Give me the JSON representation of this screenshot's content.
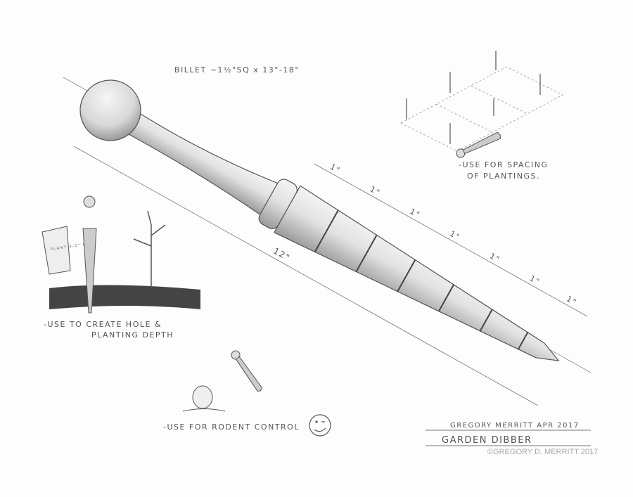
{
  "billet_label": "BILLET ~1½\"SQ x 13\"-18\"",
  "inch_labels": [
    "1\"",
    "1\"",
    "1\"",
    "1\"",
    "1\"",
    "1\"",
    "1\""
  ],
  "total_length_label": "12\"",
  "pot_label": "PLANT 4-5\" DEEP",
  "notes": {
    "spacing_1": "-USE FOR SPACING",
    "spacing_2": "OF PLANTINGS.",
    "hole_1": "-USE TO CREATE HOLE &",
    "hole_2": "PLANTING DEPTH",
    "rodent": "-USE FOR RODENT CONTROL"
  },
  "title_block": {
    "signature": "GREGORY MERRITT  APR 2017",
    "title": "GARDEN DIBBER",
    "copyright": "©GREGORY D. MERRITT 2017"
  },
  "colors": {
    "pencil": "#555555",
    "shade": "#bdbdbd"
  }
}
